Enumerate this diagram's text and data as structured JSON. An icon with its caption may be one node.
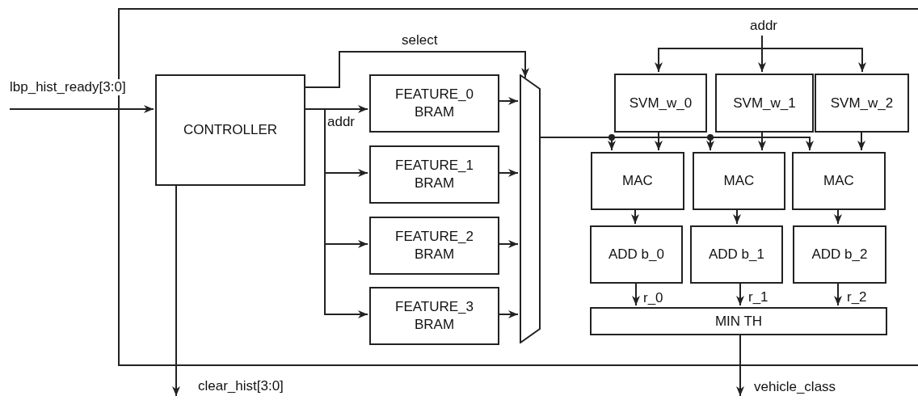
{
  "diagram": {
    "nodes": [
      {
        "text": [],
        "shape": "box"
      },
      {
        "text": [
          "CONTROLLER"
        ],
        "in": 0
      },
      {
        "text": [
          "FEATURE_0 BRAM"
        ],
        "in": 0
      },
      {
        "text": [
          "FEATURE_1 BRAM"
        ],
        "in": 0
      },
      {
        "text": [
          "FEATURE_2 BRAM"
        ],
        "in": 0
      },
      {
        "text": [
          "FEATURE_3 BRAM"
        ],
        "in": 0
      },
      {
        "text": [],
        "shape": "trapezoid",
        "in": 0
      },
      {
        "text": [
          "addr"
        ],
        "in": 0
      },
      {
        "text": [
          "SVM_w_0"
        ],
        "in": 0
      },
      {
        "text": [
          "SVM_w_1"
        ],
        "in": 0
      },
      {
        "text": [
          "SVM_w_2"
        ],
        "in": 0
      },
      {
        "text": [
          "MAC"
        ],
        "in": 0
      },
      {
        "text": [
          "MAC"
        ],
        "in": 0
      },
      {
        "text": [
          "MAC"
        ],
        "in": 0
      },
      {
        "text": [
          "ADD b_0"
        ],
        "in": 0
      },
      {
        "text": [
          "ADD b_1"
        ],
        "in": 0
      },
      {
        "text": [
          "ADD b_2"
        ],
        "in": 0
      },
      {
        "text": [
          "MIN TH"
        ],
        "in": 0
      }
    ],
    "edges": [
      {
        "from": null,
        "to": 1,
        "arrow": "to",
        "label": "lbp_hist_ready[3:0]"
      },
      {
        "from": 1,
        "to": 6,
        "arrow": "to",
        "label": "select"
      },
      {
        "from": 1,
        "to": 2,
        "arrow": "to",
        "label": "addr"
      },
      {
        "from": 1,
        "to": 3,
        "arrow": "to"
      },
      {
        "from": 1,
        "to": 4,
        "arrow": "to"
      },
      {
        "from": 1,
        "to": 5,
        "arrow": "to"
      },
      {
        "from": 2,
        "to": 6,
        "arrow": "to"
      },
      {
        "from": 3,
        "to": 6,
        "arrow": "to"
      },
      {
        "from": 4,
        "to": 6,
        "arrow": "to"
      },
      {
        "from": 5,
        "to": 6,
        "arrow": "to"
      },
      {
        "from": 1,
        "to": null,
        "arrow": "to",
        "label": "clear_hist[3:0]"
      },
      {
        "from": 7,
        "to": 8,
        "arrow": "to"
      },
      {
        "from": 7,
        "to": 9,
        "arrow": "to"
      },
      {
        "from": 7,
        "to": 10,
        "arrow": "to"
      },
      {
        "from": 6,
        "to": 11,
        "arrow": "to"
      },
      {
        "from": 6,
        "to": 12,
        "arrow": "to"
      },
      {
        "from": 6,
        "to": 13,
        "arrow": "to"
      },
      {
        "from": 8,
        "to": 11,
        "arrow": "to"
      },
      {
        "from": 9,
        "to": 12,
        "arrow": "to"
      },
      {
        "from": 10,
        "to": 13,
        "arrow": "to"
      },
      {
        "from": 11,
        "to": 14,
        "arrow": "to"
      },
      {
        "from": 12,
        "to": 15,
        "arrow": "to"
      },
      {
        "from": 13,
        "to": 16,
        "arrow": "to"
      },
      {
        "from": 14,
        "to": 17,
        "arrow": "to",
        "label": "r_0"
      },
      {
        "from": 15,
        "to": 17,
        "arrow": "to",
        "label": "r_1"
      },
      {
        "from": 16,
        "to": 17,
        "arrow": "to",
        "label": "r_2"
      },
      {
        "from": 17,
        "to": null,
        "arrow": "to",
        "label": "vehicle_class"
      }
    ]
  }
}
